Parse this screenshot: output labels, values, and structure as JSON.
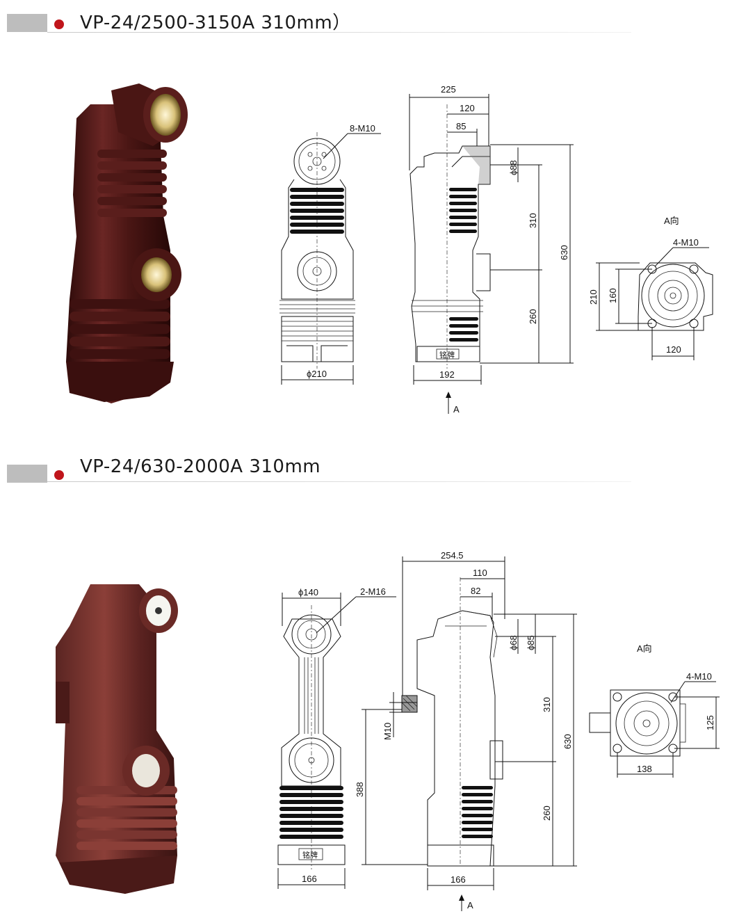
{
  "sections": [
    {
      "title": "VP-24/2500-3150A 310mm）",
      "front": {
        "top_bolts": "8-M10",
        "base_width": "ϕ210"
      },
      "side": {
        "d225": "225",
        "d120": "120",
        "d85": "85",
        "dia88": "ϕ88",
        "h310": "310",
        "h630": "630",
        "h260": "260",
        "base": "192",
        "nameplate": "铭牌",
        "arrow": "A"
      },
      "view": {
        "label": "A向",
        "bolts": "4-M10",
        "h210": "210",
        "h160": "160",
        "w120": "120"
      }
    },
    {
      "title": "VP-24/630-2000A 310mm",
      "front": {
        "dia140": "ϕ140",
        "top_bolts": "2-M16",
        "base": "166",
        "h388": "388",
        "nameplate": "铭牌"
      },
      "side": {
        "d254": "254.5",
        "d110": "110",
        "d82": "82",
        "dia68": "ϕ68",
        "dia85": "ϕ85",
        "m10": "M10",
        "h310": "310",
        "h630": "630",
        "h260": "260",
        "base": "166",
        "arrow": "A"
      },
      "view": {
        "label": "A向",
        "bolts": "4-M10",
        "h125": "125",
        "w138": "138"
      }
    }
  ],
  "colors": {
    "insulator": "#5a1e1c",
    "insulator_dark": "#3a0f0e",
    "insulator_light": "#8a3a34",
    "accent_dot": "#c0151b",
    "header_bar": "#bdbdbd"
  }
}
